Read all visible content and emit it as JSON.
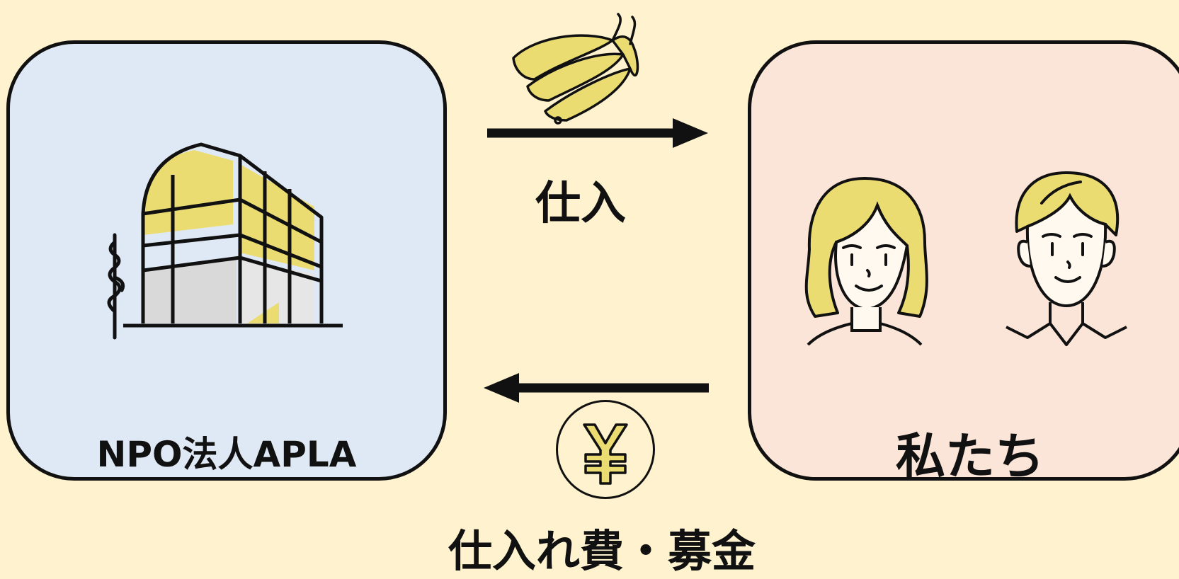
{
  "organization": {
    "label": "NPO法人APLA"
  },
  "us": {
    "label": "私たち"
  },
  "flows": {
    "purchase": {
      "label": "仕入",
      "icon": "banana-icon",
      "direction": "right"
    },
    "payment": {
      "label": "仕入れ費・募金",
      "icon": "yen-coin-icon",
      "symbol": "¥",
      "direction": "left"
    }
  },
  "colors": {
    "background": "#fff2cf",
    "organization_box": "#dfe9f5",
    "us_box": "#fbe5d8",
    "accent_yellow": "#ebdc72",
    "outline": "#111111"
  }
}
